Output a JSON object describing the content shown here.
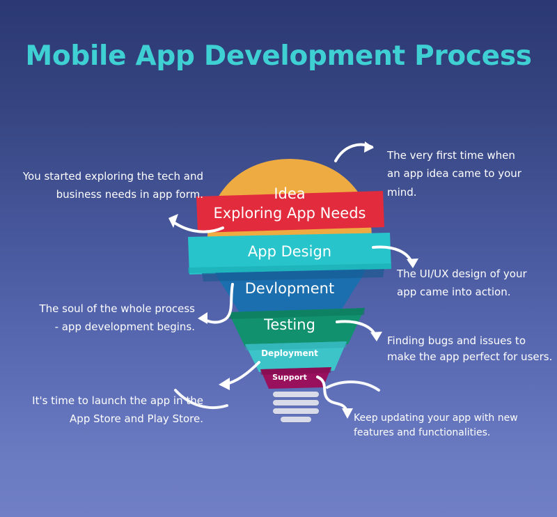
{
  "title": "Mobile App Development Process",
  "theme": {
    "title_color": "#3fd0d4",
    "text_color": "#ffffff",
    "bg_top": "#2b3872",
    "bg_bottom": "#707fc6",
    "base_bar_color": "#d9dce8"
  },
  "funnel": {
    "stages": [
      {
        "label": "Idea",
        "color": "#eeab42",
        "shadow": "#d9942f",
        "text_size": 21
      },
      {
        "label": "Exploring App Needs",
        "color": "#e22b3c",
        "shadow": "#bf1f2f",
        "text_size": 21
      },
      {
        "label": "App Design",
        "color": "#27c5cb",
        "shadow": "#17a9b0",
        "text_size": 21
      },
      {
        "label": "Devlopment",
        "color": "#1b6fae",
        "shadow": "#155a8f",
        "text_size": 21
      },
      {
        "label": "Testing",
        "color": "#11916d",
        "shadow": "#0b7557",
        "text_size": 21
      },
      {
        "label": "Deployment",
        "color": "#3cc4c9",
        "shadow": "#2aa9ae",
        "text_size": 12
      },
      {
        "label": "Support",
        "color": "#99115c",
        "shadow": "#7a0c49",
        "text_size": 11
      }
    ]
  },
  "callouts": [
    {
      "id": "idea",
      "side": "right",
      "lines": [
        "The very first time when",
        "an app idea came to your",
        "mind."
      ]
    },
    {
      "id": "exploring-app-needs",
      "side": "left",
      "lines": [
        "You started exploring the tech and",
        "business needs in app form."
      ]
    },
    {
      "id": "app-design",
      "side": "right",
      "lines": [
        "The UI/UX design of your",
        "app came into action."
      ]
    },
    {
      "id": "development",
      "side": "left",
      "lines": [
        "The soul of the whole process",
        "- app development begins."
      ]
    },
    {
      "id": "testing",
      "side": "right",
      "lines": [
        "Finding bugs and issues to",
        "make the app perfect for users."
      ]
    },
    {
      "id": "deployment",
      "side": "left",
      "lines": [
        "It's time to launch the app in the",
        "App Store and Play Store."
      ]
    },
    {
      "id": "support",
      "side": "right",
      "lines": [
        "Keep updating your app with new",
        "features and functionalities."
      ]
    }
  ],
  "bulb_base": {
    "bars": 4
  }
}
